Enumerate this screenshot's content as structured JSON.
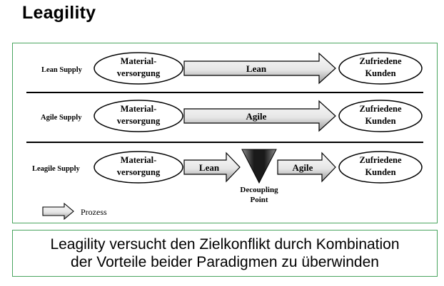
{
  "title": "Leagility",
  "rows": [
    {
      "label": "Lean Supply",
      "source_line1": "Material-",
      "source_line2": "versorgung",
      "arrow_labels": [
        "Lean"
      ],
      "target_line1": "Zufriedene",
      "target_line2": "Kunden"
    },
    {
      "label": "Agile Supply",
      "source_line1": "Material-",
      "source_line2": "versorgung",
      "arrow_labels": [
        "Agile"
      ],
      "target_line1": "Zufriedene",
      "target_line2": "Kunden"
    },
    {
      "label": "Leagile Supply",
      "source_line1": "Material-",
      "source_line2": "versorgung",
      "arrow_labels": [
        "Lean",
        "Agile"
      ],
      "decoupling_line1": "Decoupling",
      "decoupling_line2": "Point",
      "target_line1": "Zufriedene",
      "target_line2": "Kunden"
    }
  ],
  "legend": {
    "label": "Prozess"
  },
  "summary": {
    "line1": "Leagility versucht den Zielkonflikt durch Kombination",
    "line2": "der Vorteile beider Paradigmen zu überwinden"
  },
  "colors": {
    "frame_border": "#4aa55f",
    "arrow_fill_light": "#f2f2f2",
    "arrow_fill_dark": "#9a9a9a",
    "triangle_dark": "#1a1a1a",
    "triangle_light": "#8c8c8c"
  }
}
